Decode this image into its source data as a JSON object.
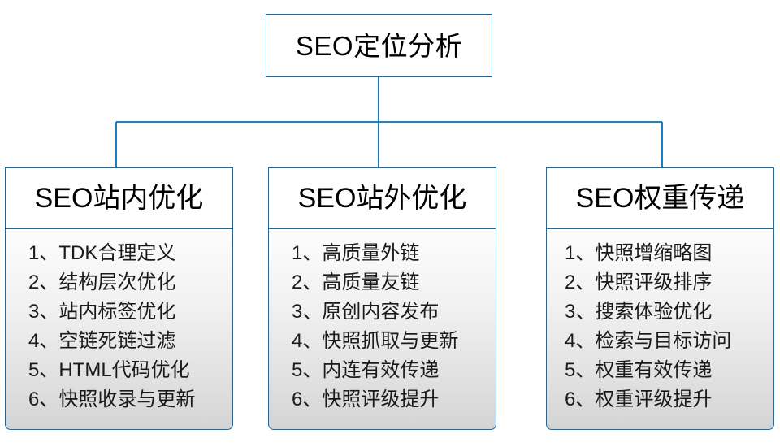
{
  "diagram": {
    "type": "org-tree",
    "colors": {
      "border": "#0070C0",
      "header_fill": "#FFFFFF",
      "body_fill_top": "#FDFDFD",
      "body_fill_bottom": "#D4D4D4",
      "text": "#000000",
      "background": "#FFFFFF"
    },
    "root": {
      "title": "SEO定位分析"
    },
    "branches": [
      {
        "title": "SEO站内优化",
        "items": [
          "1、TDK合理定义",
          "2、结构层次优化",
          "3、站内标签优化",
          "4、空链死链过滤",
          "5、HTML代码优化",
          "6、快照收录与更新"
        ]
      },
      {
        "title": "SEO站外优化",
        "items": [
          "1、高质量外链",
          "2、高质量友链",
          "3、原创内容发布",
          "4、快照抓取与更新",
          "5、内连有效传递",
          "6、快照评级提升"
        ]
      },
      {
        "title": "SEO权重传递",
        "items": [
          "1、快照增缩略图",
          "2、快照评级排序",
          "3、搜索体验优化",
          "4、检索与目标访问",
          "5、权重有效传递",
          "6、权重评级提升"
        ]
      }
    ]
  }
}
